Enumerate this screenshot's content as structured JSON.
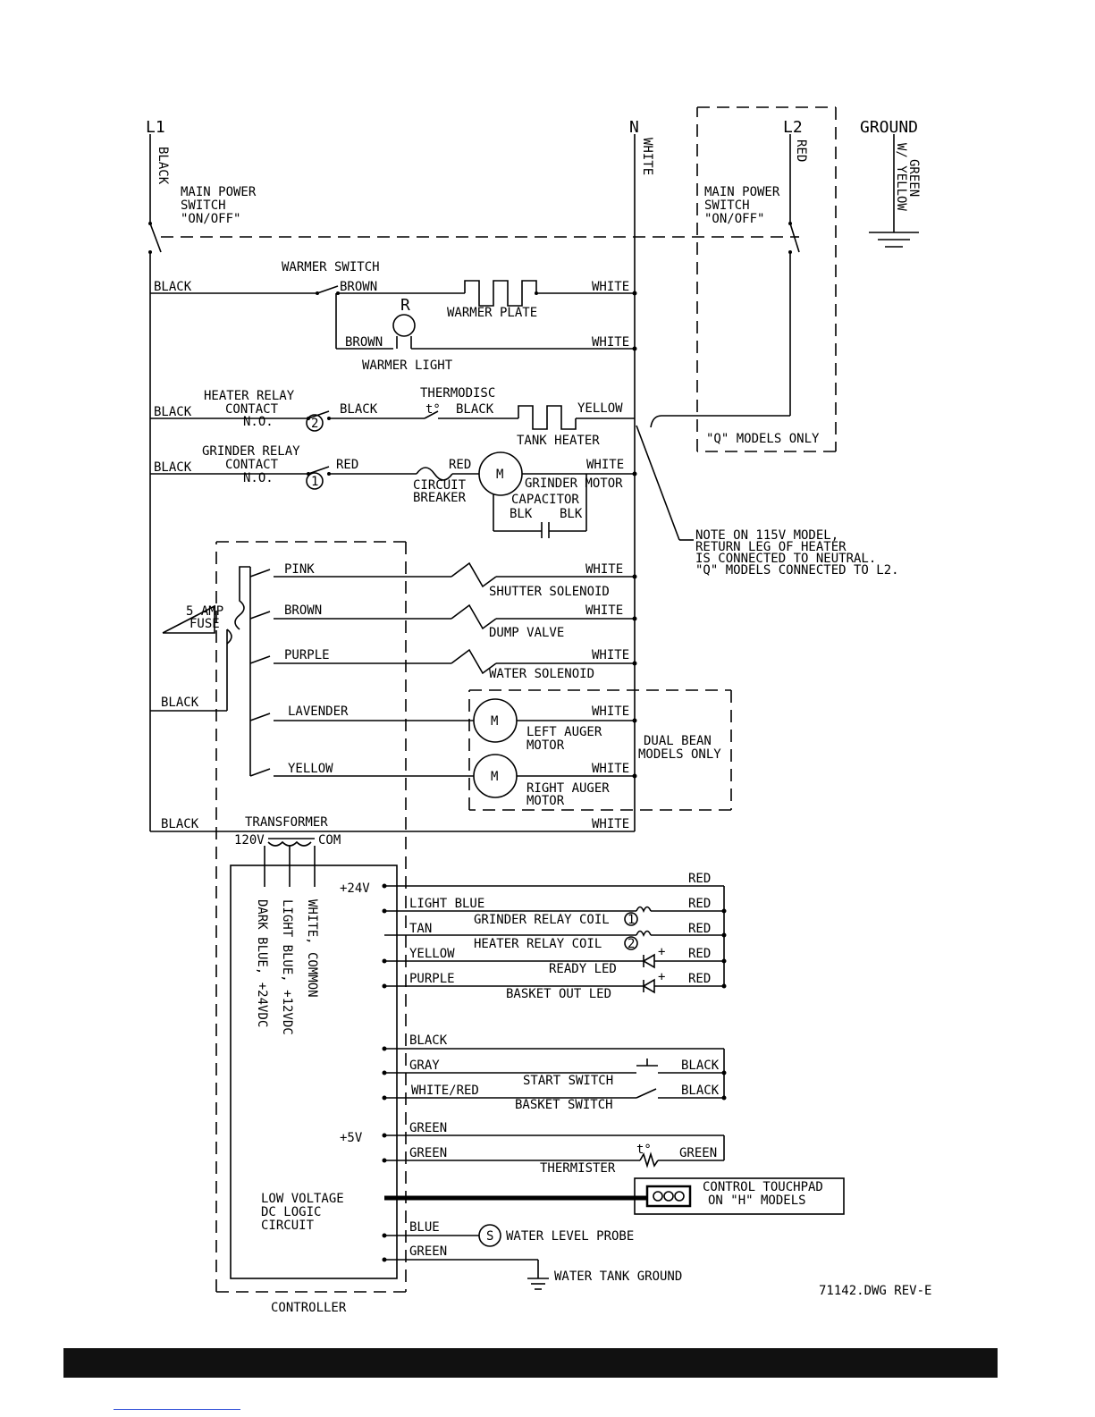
{
  "terminals": {
    "l1": "L1",
    "n": "N",
    "l2": "L2",
    "ground": "GROUND"
  },
  "wire_colors": {
    "l1_black": "BLACK",
    "n_white": "WHITE",
    "l2_red": "RED",
    "ground_line1": "GREEN",
    "ground_line2": "W/ YELLOW"
  },
  "switches": {
    "main_left": [
      "MAIN POWER",
      "SWITCH",
      "\"ON/OFF\""
    ],
    "main_right": [
      "MAIN POWER",
      "SWITCH",
      "\"ON/OFF\""
    ]
  },
  "warmer": {
    "switch": "WARMER SWITCH",
    "black": "BLACK",
    "brown_top": "BROWN",
    "plate": "WARMER PLATE",
    "white1": "WHITE",
    "r": "R",
    "brown_bottom": "BROWN",
    "white2": "WHITE",
    "light": "WARMER LIGHT"
  },
  "heater": {
    "relay_line1": "HEATER RELAY",
    "relay_line2": "CONTACT",
    "relay_line3": "N.O.",
    "black_left": "BLACK",
    "num": "2",
    "black_mid": "BLACK",
    "thermodisc": "THERMODISC",
    "t": "t°",
    "black_right": "BLACK",
    "tank_heater": "TANK HEATER",
    "yellow": "YELLOW"
  },
  "q_models": "\"Q\" MODELS ONLY",
  "grinder": {
    "relay_line1": "GRINDER RELAY",
    "relay_line2": "CONTACT",
    "relay_line3": "N.O.",
    "black": "BLACK",
    "num": "1",
    "red1": "RED",
    "cb_line1": "CIRCUIT",
    "cb_line2": "BREAKER",
    "red2": "RED",
    "motor_m": "M",
    "white": "WHITE",
    "motor": "GRINDER MOTOR",
    "capacitor": "CAPACITOR",
    "blk1": "BLK",
    "blk2": "BLK"
  },
  "note": [
    "NOTE ON 115V MODEL,",
    "RETURN LEG OF HEATER",
    "IS CONNECTED TO NEUTRAL.",
    "\"Q\" MODELS CONNECTED TO L2."
  ],
  "fuse": {
    "line1": "5 AMP",
    "line2": "FUSE"
  },
  "loads": {
    "pink": "PINK",
    "white_a": "WHITE",
    "shutter": "SHUTTER SOLENOID",
    "brown": "BROWN",
    "white_b": "WHITE",
    "dump": "DUMP VALVE",
    "purple": "PURPLE",
    "white_c": "WHITE",
    "water_sol": "WATER SOLENOID",
    "black": "BLACK",
    "lavender": "LAVENDER",
    "white_d": "WHITE",
    "m_left": "M",
    "left_auger_1": "LEFT AUGER",
    "left_auger_2": "MOTOR",
    "yellow": "YELLOW",
    "white_e": "WHITE",
    "m_right": "M",
    "right_auger_1": "RIGHT AUGER",
    "right_auger_2": "MOTOR",
    "dual_1": "DUAL BEAN",
    "dual_2": "MODELS ONLY"
  },
  "transformer": {
    "black": "BLACK",
    "label": "TRANSFORMER",
    "white": "WHITE",
    "v120": "120V",
    "com": "COM"
  },
  "controller": {
    "dark_blue": "DARK BLUE, +24VDC",
    "light_blue": "LIGHT BLUE, +12VDC",
    "white_common": "WHITE, COMMON",
    "lv_1": "LOW VOLTAGE",
    "lv_2": "DC LOGIC",
    "lv_3": "CIRCUIT",
    "label": "CONTROLLER"
  },
  "low_voltage": {
    "v24": "+24V",
    "red_top": "RED",
    "light_blue": "LIGHT BLUE",
    "grinder_coil": "GRINDER RELAY COIL",
    "coil1": "1",
    "red_1": "RED",
    "tan": "TAN",
    "heater_coil": "HEATER RELAY COIL",
    "coil2": "2",
    "red_2": "RED",
    "yellow": "YELLOW",
    "plus1": "+",
    "red_3": "RED",
    "ready": "READY LED",
    "purple": "PURPLE",
    "plus2": "+",
    "red_4": "RED",
    "basket_led": "BASKET OUT LED",
    "black": "BLACK",
    "gray": "GRAY",
    "start": "START SWITCH",
    "black_s1": "BLACK",
    "white_red": "WHITE/RED",
    "basket_sw": "BASKET SWITCH",
    "black_s2": "BLACK",
    "v5": "+5V",
    "green1": "GREEN",
    "green2": "GREEN",
    "t": "t°",
    "green3": "GREEN",
    "thermister": "THERMISTER",
    "touchpad_1": "CONTROL TOUCHPAD",
    "touchpad_2": "ON \"H\" MODELS",
    "blue": "BLUE",
    "s": "S",
    "probe": "WATER LEVEL PROBE",
    "green4": "GREEN",
    "tank_ground": "WATER TANK GROUND"
  },
  "drawing_ref": "71142.DWG REV-E"
}
